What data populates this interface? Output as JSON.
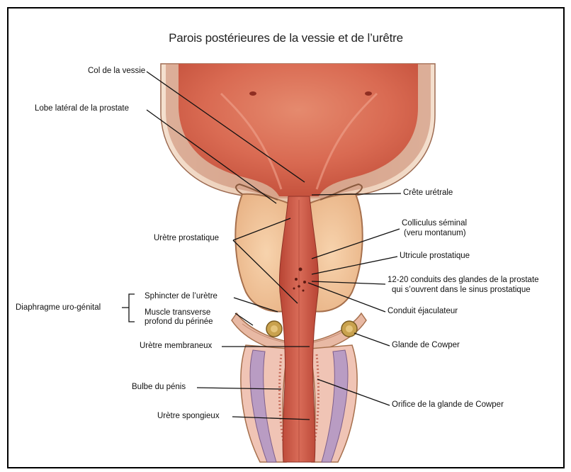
{
  "title": "Parois postérieures de la vessie et de l’urêtre",
  "labels": {
    "col_vessie": "Col de la vessie",
    "lobe_lateral": "Lobe latéral de la prostate",
    "uretre_prostatique": "Urètre prostatique",
    "diaphragme": "Diaphragme uro-génital",
    "sphincter": "Sphincter de l’urètre",
    "muscle_transverse_1": "Muscle transverse",
    "muscle_transverse_2": "profond du périnée",
    "uretre_membraneux": "Urètre membraneux",
    "bulbe_penis": "Bulbe du pénis",
    "uretre_spongieux": "Urètre spongieux",
    "crete_uretrale": "Crête urétrale",
    "colliculus_1": "Colliculus séminal",
    "colliculus_2": "(veru montanum)",
    "utricule": "Utricule prostatique",
    "conduits_1": "12-20 conduits des glandes de la prostate",
    "conduits_2": "qui s’ouvrent dans le sinus prostatique",
    "conduit_ejaculateur": "Conduit éjaculateur",
    "glande_cowper": "Glande de Cowper",
    "orifice_cowper": "Orifice de la glande de Cowper"
  },
  "colors": {
    "bladder_outer": "#e8a48a",
    "bladder_inner": "#d9664f",
    "prostate": "#f2c49a",
    "urethra": "#c94c3c",
    "wall": "#efd7c4",
    "bulb_purple": "#b99cc3",
    "cowper": "#c9a24e"
  }
}
